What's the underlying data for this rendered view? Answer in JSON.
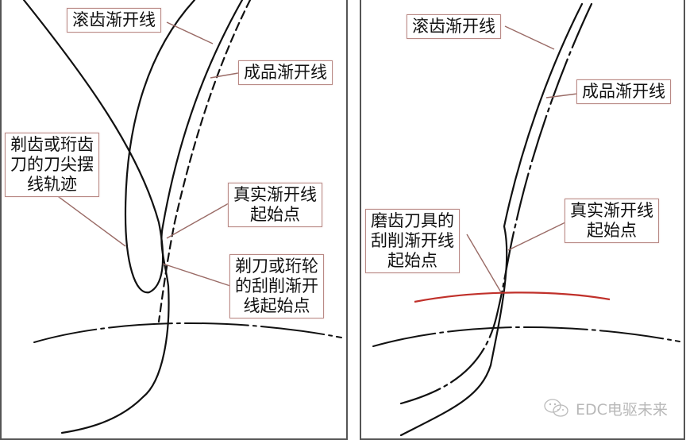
{
  "left_panel": {
    "labels": {
      "hobbing_involute": "滚齿渐开线",
      "finished_involute": "成品渐开线",
      "tool_tip_trajectory": [
        "剃齿或珩齿",
        "刀的刀尖摆",
        "线轨迹"
      ],
      "true_involute_start": [
        "真实渐开线",
        "起始点"
      ],
      "shaving_honing_start": [
        "剃刀或珩轮",
        "的刮削渐开",
        "线起始点"
      ]
    }
  },
  "right_panel": {
    "labels": {
      "hobbing_involute": "滚齿渐开线",
      "finished_involute": "成品渐开线",
      "grinding_tool_start": [
        "磨齿刀具的",
        "刮削渐开线",
        "起始点"
      ],
      "true_involute_start": [
        "真实渐开线",
        "起始点"
      ]
    }
  },
  "colors": {
    "curve": "#111111",
    "leader_line": "#9a6b66",
    "label_border": "#b98a86",
    "red_arc": "#c0302a",
    "panel_border": "#555555"
  },
  "watermark": {
    "icon": "wechat-icon",
    "text": "EDC电驱未来"
  }
}
